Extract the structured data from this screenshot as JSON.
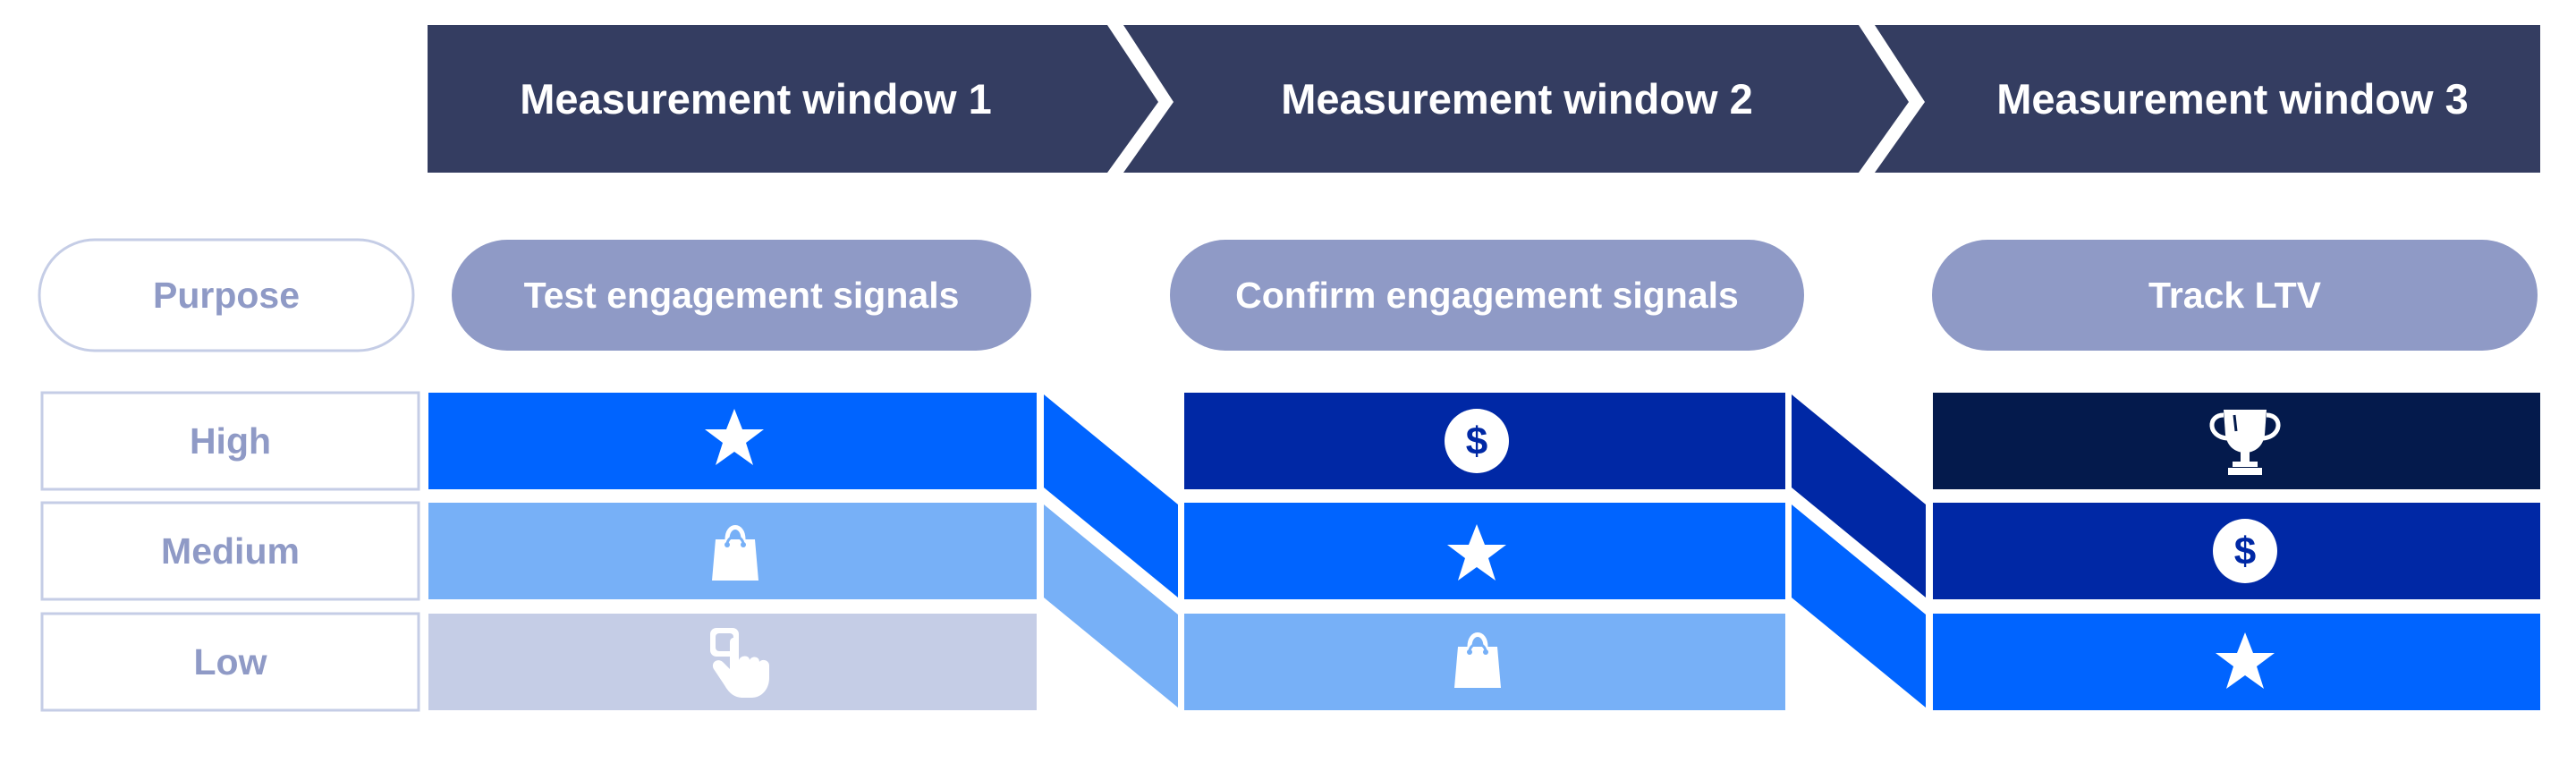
{
  "header": {
    "windows": [
      {
        "label": "Measurement window 1"
      },
      {
        "label": "Measurement window 2"
      },
      {
        "label": "Measurement window 3"
      }
    ]
  },
  "purpose": {
    "label": "Purpose",
    "items": [
      {
        "label": "Test engagement signals"
      },
      {
        "label": "Confirm engagement signals"
      },
      {
        "label": "Track LTV"
      }
    ]
  },
  "levels": [
    {
      "label": "High"
    },
    {
      "label": "Medium"
    },
    {
      "label": "Low"
    }
  ],
  "grid": {
    "columns": [
      {
        "cells": [
          {
            "icon": "star-icon",
            "color": "#0064ff"
          },
          {
            "icon": "shopping-bag-icon",
            "color": "#77b0f7"
          },
          {
            "icon": "tap-hand-icon",
            "color": "#c5cde6"
          }
        ]
      },
      {
        "cells": [
          {
            "icon": "dollar-coin-icon",
            "color": "#0028a5"
          },
          {
            "icon": "star-icon",
            "color": "#0064ff"
          },
          {
            "icon": "shopping-bag-icon",
            "color": "#77b0f7"
          }
        ]
      },
      {
        "cells": [
          {
            "icon": "trophy-icon",
            "color": "#041a4c"
          },
          {
            "icon": "dollar-coin-icon",
            "color": "#0028a5"
          },
          {
            "icon": "star-icon",
            "color": "#0064ff"
          }
        ]
      }
    ]
  },
  "colors": {
    "header_fill": "#343d61",
    "pill_fill": "#8f9ac6",
    "outline": "#c5cde6",
    "side_text": "#8f9ac6"
  }
}
